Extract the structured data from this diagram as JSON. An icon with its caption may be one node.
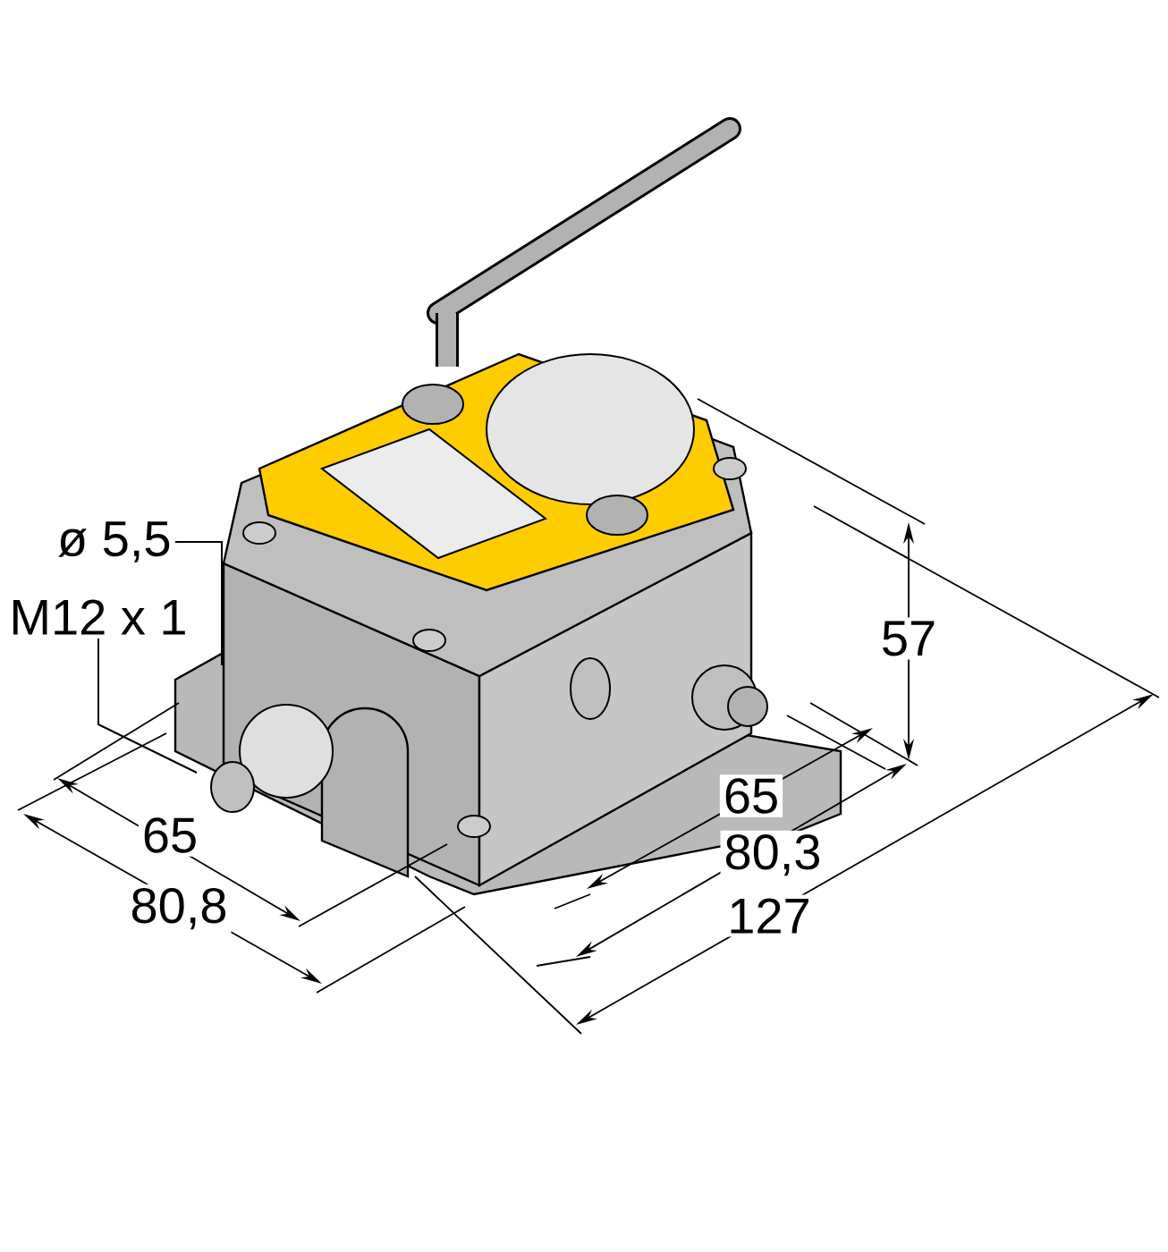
{
  "diagram": {
    "nodes": [
      {
        "text": [
          "ø 5,5"
        ]
      },
      {
        "text": [
          "M12 x 1"
        ]
      }
    ],
    "edges": [
      {
        "from": 0,
        "to": null,
        "arrow": "none"
      },
      {
        "from": 1,
        "to": null,
        "arrow": "none"
      }
    ],
    "labels": [
      "65",
      "80,8",
      "57",
      "65",
      "80,3",
      "127"
    ]
  }
}
